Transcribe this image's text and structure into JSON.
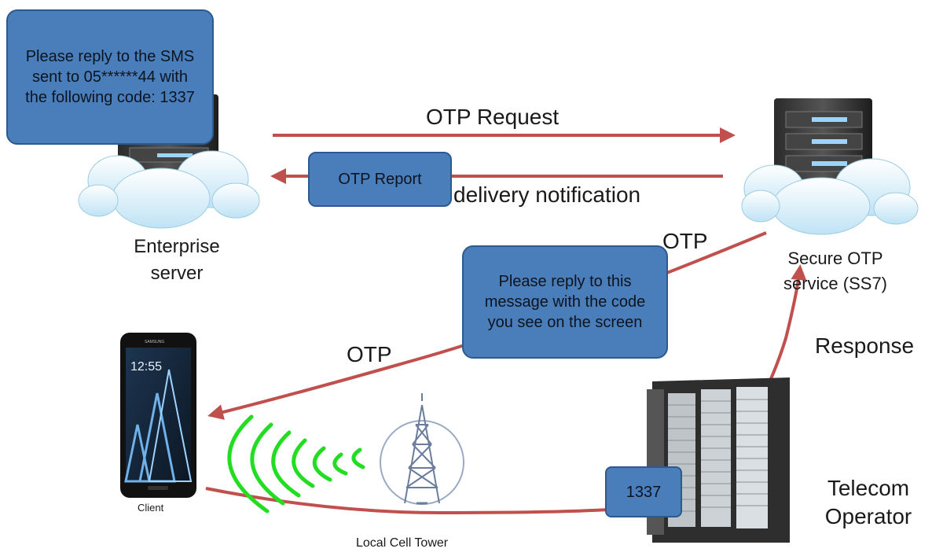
{
  "callouts": {
    "enterprise_message": "Please reply to the SMS sent to 05******44 with the following code: 1337",
    "otp_report": "OTP Report",
    "phone_message": "Please reply to this message with the code you see on the screen",
    "code": "1337"
  },
  "labels": {
    "otp_request": "OTP Request",
    "delivery_notification": "delivery notification",
    "enterprise_server": "Enterprise server",
    "secure_otp_service": "Secure OTP service (SS7)",
    "otp_top": "OTP",
    "otp_left": "OTP",
    "response": "Response",
    "client": "Client",
    "local_cell_tower": "Local Cell Tower",
    "telecom_operator": "Telecom Operator"
  },
  "phone_screen": {
    "clock": "12:55",
    "brand": "SAMSUNG"
  },
  "icons": [
    "enterprise-server-icon",
    "secure-otp-server-icon",
    "cloud-icon",
    "smartphone-icon",
    "signal-waves-icon",
    "cell-tower-icon",
    "telecom-rack-icon"
  ],
  "colors": {
    "callout_fill": "#4a7ebb",
    "arrow": "#c0504d",
    "signal": "#22dd22",
    "text": "#1a1a1a"
  }
}
